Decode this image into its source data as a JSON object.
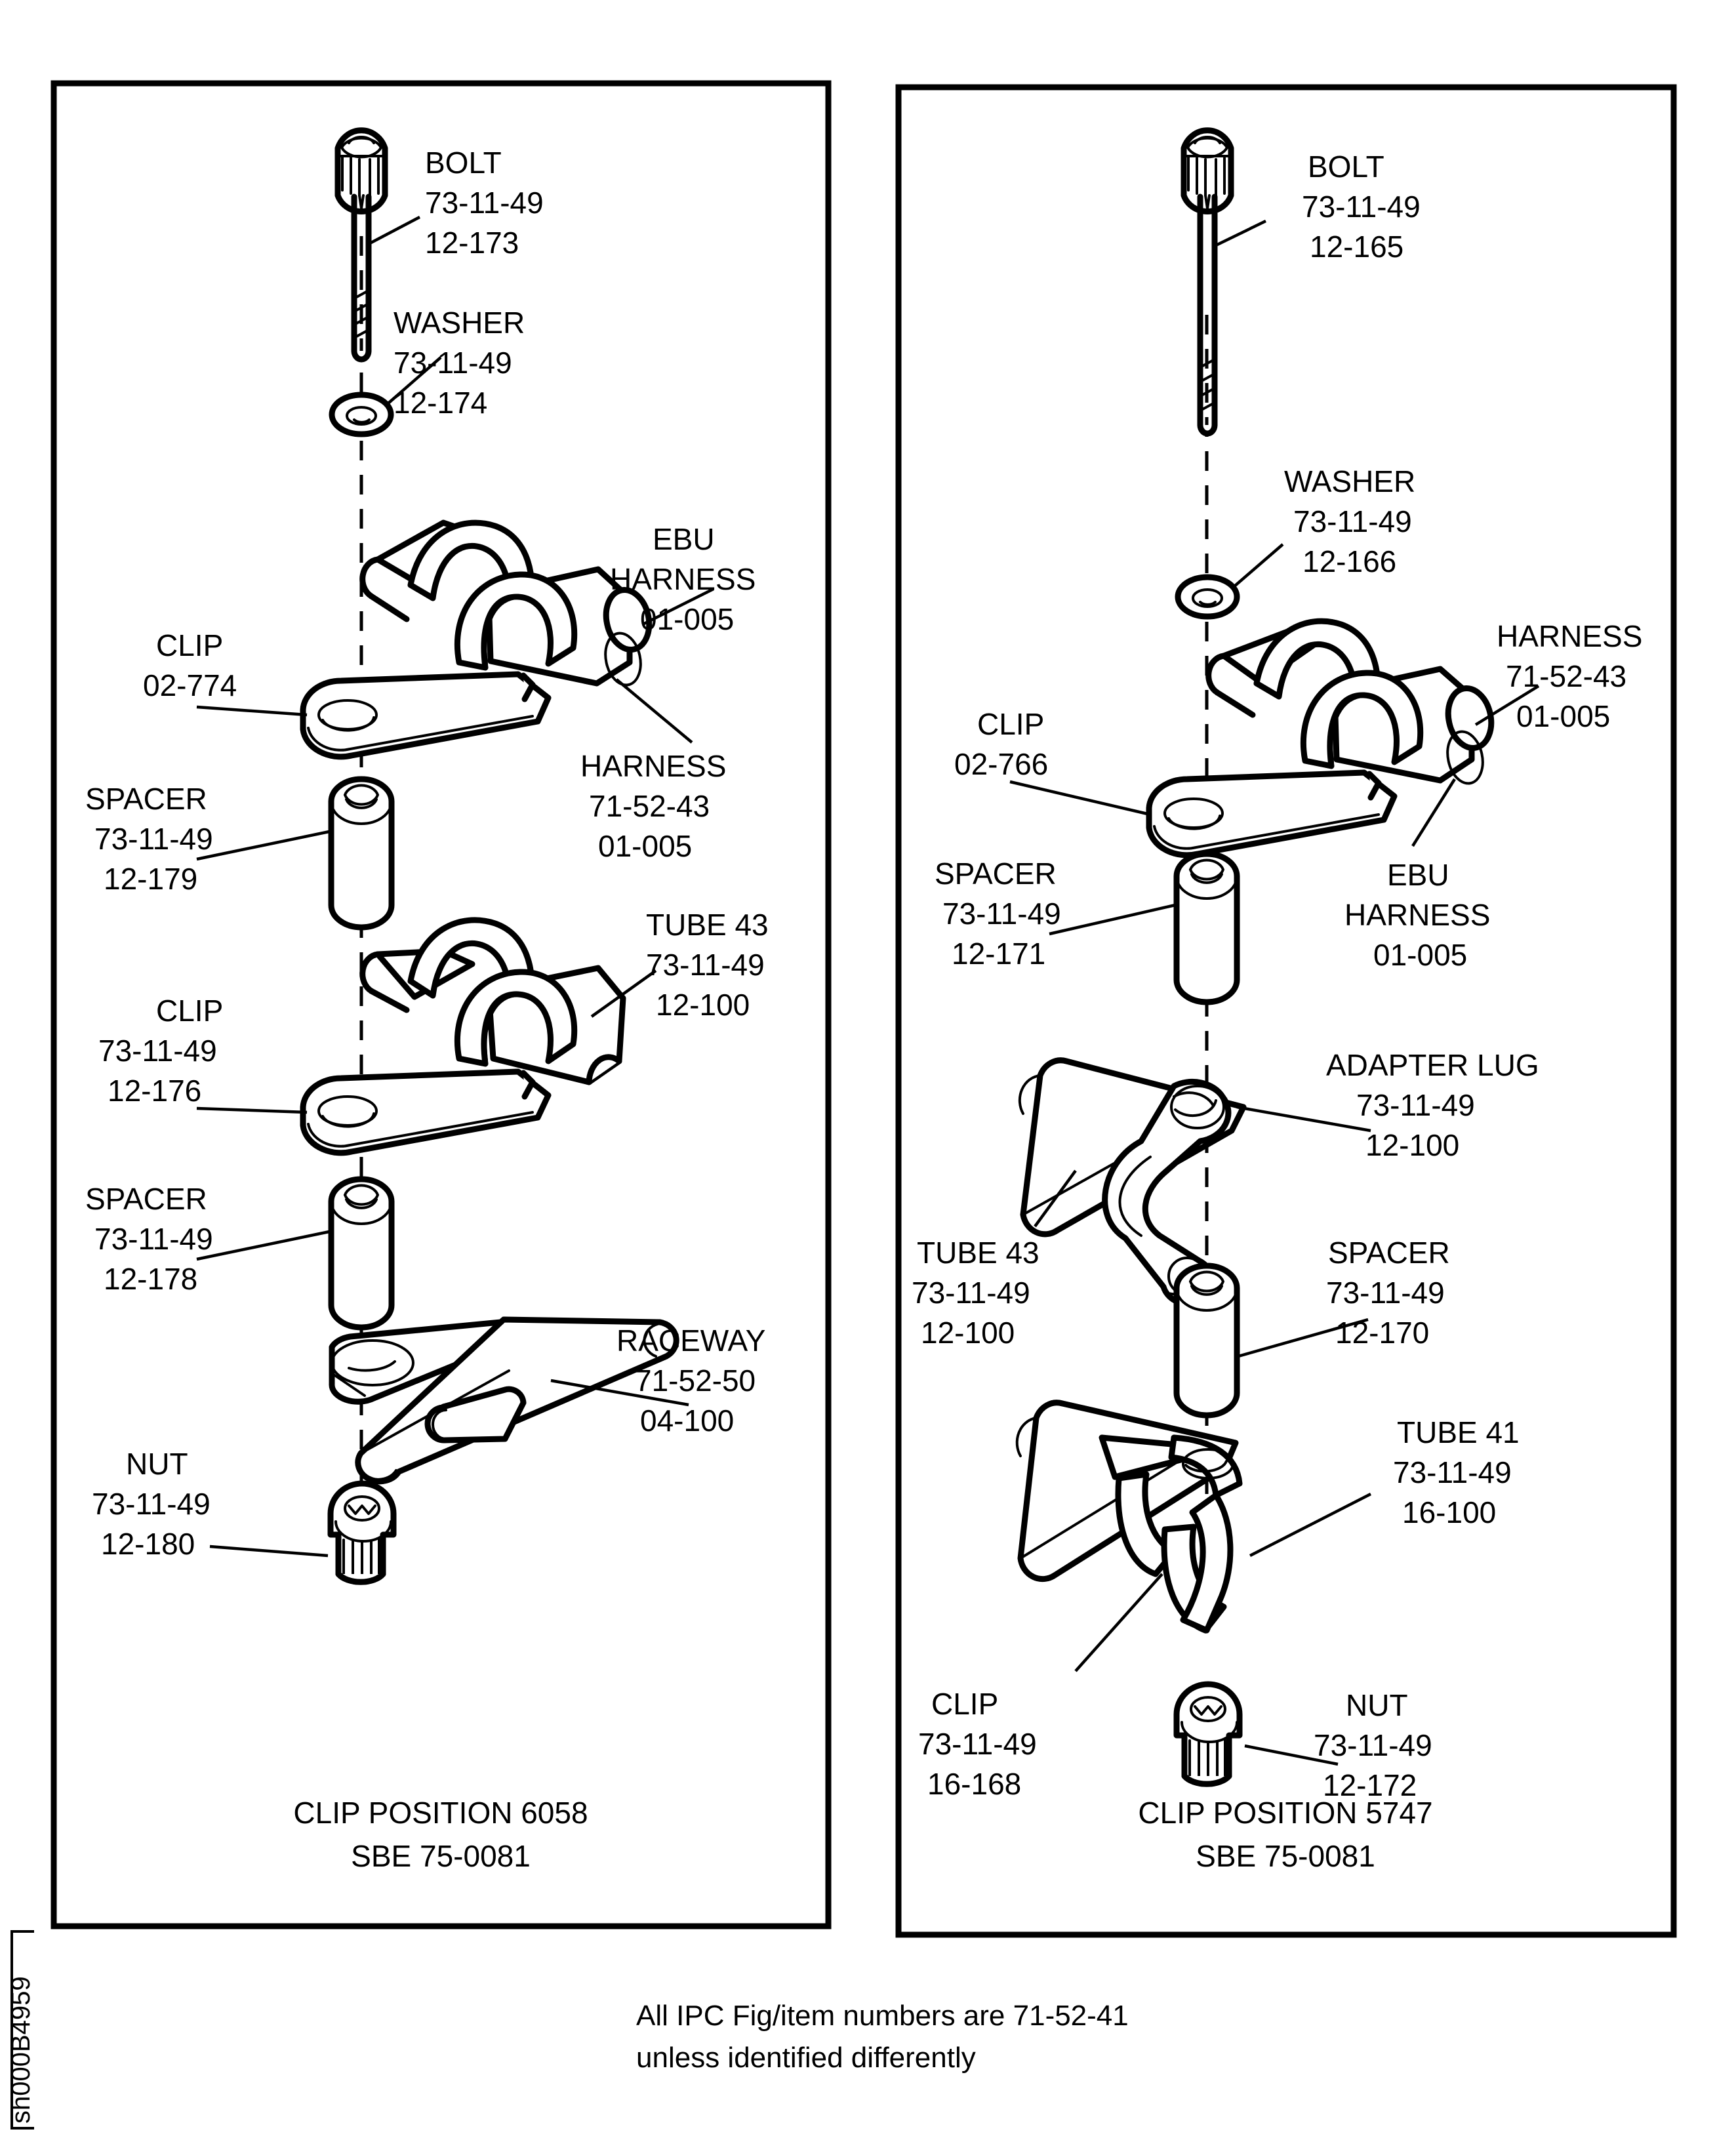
{
  "figure": {
    "left_panel": {
      "caption_line1": "CLIP POSITION 6058",
      "caption_line2": "SBE 75-0081",
      "labels": {
        "bolt": {
          "name": "BOLT",
          "l2": "73-11-49",
          "l3": "12-173"
        },
        "washer": {
          "name": "WASHER",
          "l2": "73-11-49",
          "l3": "12-174"
        },
        "ebu": {
          "name1": "EBU",
          "name2": "HARNESS",
          "l3": "01-005"
        },
        "clip1": {
          "name": "CLIP",
          "l2": "02-774"
        },
        "harness": {
          "name": "HARNESS",
          "l2": "71-52-43",
          "l3": "01-005"
        },
        "spacer1": {
          "name": "SPACER",
          "l2": "73-11-49",
          "l3": "12-179"
        },
        "tube43": {
          "name": "TUBE 43",
          "l2": "73-11-49",
          "l3": "12-100"
        },
        "clip2": {
          "name": "CLIP",
          "l2": "73-11-49",
          "l3": "12-176"
        },
        "spacer2": {
          "name": "SPACER",
          "l2": "73-11-49",
          "l3": "12-178"
        },
        "raceway": {
          "name": "RACEWAY",
          "l2": "71-52-50",
          "l3": "04-100"
        },
        "nut": {
          "name": "NUT",
          "l2": "73-11-49",
          "l3": "12-180"
        }
      }
    },
    "right_panel": {
      "caption_line1": "CLIP POSITION 5747",
      "caption_line2": "SBE 75-0081",
      "labels": {
        "bolt": {
          "name": "BOLT",
          "l2": "73-11-49",
          "l3": "12-165"
        },
        "washer": {
          "name": "WASHER",
          "l2": "73-11-49",
          "l3": "12-166"
        },
        "harness": {
          "name": "HARNESS",
          "l2": "71-52-43",
          "l3": "01-005"
        },
        "clip1": {
          "name": "CLIP",
          "l2": "02-766"
        },
        "ebu": {
          "name1": "EBU",
          "name2": "HARNESS",
          "l3": "01-005"
        },
        "spacer1": {
          "name": "SPACER",
          "l2": "73-11-49",
          "l3": "12-171"
        },
        "adapter": {
          "name": "ADAPTER LUG",
          "l2": "73-11-49",
          "l3": "12-100"
        },
        "tube43": {
          "name": "TUBE 43",
          "l2": "73-11-49",
          "l3": "12-100"
        },
        "spacer2": {
          "name": "SPACER",
          "l2": "73-11-49",
          "l3": "12-170"
        },
        "tube41": {
          "name": "TUBE 41",
          "l2": "73-11-49",
          "l3": "16-100"
        },
        "clip2": {
          "name": "CLIP",
          "l2": "73-11-49",
          "l3": "16-168"
        },
        "nut": {
          "name": "NUT",
          "l2": "73-11-49",
          "l3": "12-172"
        }
      }
    },
    "footer": {
      "line1": "All IPC Fig/item numbers are 71-52-41",
      "line2": "unless identified differently"
    },
    "sheet_id": "sh000B4959",
    "colors": {
      "ink": "#000000",
      "background": "#ffffff"
    }
  }
}
